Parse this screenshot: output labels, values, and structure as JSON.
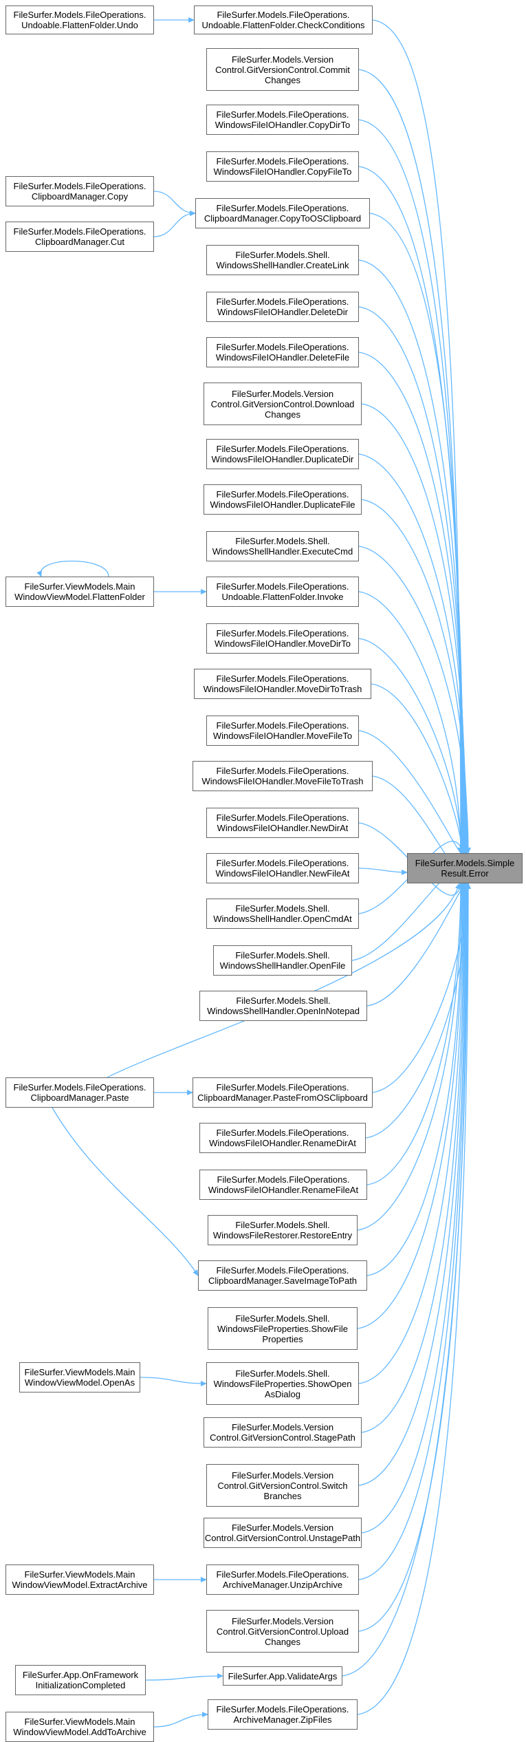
{
  "graph": {
    "edge_color": "#63b8ff",
    "node_border": "#666666",
    "target_fill": "#999999",
    "target": [
      "FileSurfer.Models.Simple",
      "Result.Error"
    ],
    "middle": [
      [
        "FileSurfer.Models.FileOperations.",
        "Undoable.FlattenFolder.CheckConditions"
      ],
      [
        "FileSurfer.Models.Version",
        "Control.GitVersionControl.Commit",
        "Changes"
      ],
      [
        "FileSurfer.Models.FileOperations.",
        "WindowsFileIOHandler.CopyDirTo"
      ],
      [
        "FileSurfer.Models.FileOperations.",
        "WindowsFileIOHandler.CopyFileTo"
      ],
      [
        "FileSurfer.Models.FileOperations.",
        "ClipboardManager.CopyToOSClipboard"
      ],
      [
        "FileSurfer.Models.Shell.",
        "WindowsShellHandler.CreateLink"
      ],
      [
        "FileSurfer.Models.FileOperations.",
        "WindowsFileIOHandler.DeleteDir"
      ],
      [
        "FileSurfer.Models.FileOperations.",
        "WindowsFileIOHandler.DeleteFile"
      ],
      [
        "FileSurfer.Models.Version",
        "Control.GitVersionControl.Download",
        "Changes"
      ],
      [
        "FileSurfer.Models.FileOperations.",
        "WindowsFileIOHandler.DuplicateDir"
      ],
      [
        "FileSurfer.Models.FileOperations.",
        "WindowsFileIOHandler.DuplicateFile"
      ],
      [
        "FileSurfer.Models.Shell.",
        "WindowsShellHandler.ExecuteCmd"
      ],
      [
        "FileSurfer.Models.FileOperations.",
        "Undoable.FlattenFolder.Invoke"
      ],
      [
        "FileSurfer.Models.FileOperations.",
        "WindowsFileIOHandler.MoveDirTo"
      ],
      [
        "FileSurfer.Models.FileOperations.",
        "WindowsFileIOHandler.MoveDirToTrash"
      ],
      [
        "FileSurfer.Models.FileOperations.",
        "WindowsFileIOHandler.MoveFileTo"
      ],
      [
        "FileSurfer.Models.FileOperations.",
        "WindowsFileIOHandler.MoveFileToTrash"
      ],
      [
        "FileSurfer.Models.FileOperations.",
        "WindowsFileIOHandler.NewDirAt"
      ],
      [
        "FileSurfer.Models.FileOperations.",
        "WindowsFileIOHandler.NewFileAt"
      ],
      [
        "FileSurfer.Models.Shell.",
        "WindowsShellHandler.OpenCmdAt"
      ],
      [
        "FileSurfer.Models.Shell.",
        "WindowsShellHandler.OpenFile"
      ],
      [
        "FileSurfer.Models.Shell.",
        "WindowsShellHandler.OpenInNotepad"
      ],
      [
        "FileSurfer.Models.FileOperations.",
        "ClipboardManager.PasteFromOSClipboard"
      ],
      [
        "FileSurfer.Models.FileOperations.",
        "WindowsFileIOHandler.RenameDirAt"
      ],
      [
        "FileSurfer.Models.FileOperations.",
        "WindowsFileIOHandler.RenameFileAt"
      ],
      [
        "FileSurfer.Models.Shell.",
        "WindowsFileRestorer.RestoreEntry"
      ],
      [
        "FileSurfer.Models.FileOperations.",
        "ClipboardManager.SaveImageToPath"
      ],
      [
        "FileSurfer.Models.Shell.",
        "WindowsFileProperties.ShowFile",
        "Properties"
      ],
      [
        "FileSurfer.Models.Shell.",
        "WindowsFileProperties.ShowOpen",
        "AsDialog"
      ],
      [
        "FileSurfer.Models.Version",
        "Control.GitVersionControl.StagePath"
      ],
      [
        "FileSurfer.Models.Version",
        "Control.GitVersionControl.Switch",
        "Branches"
      ],
      [
        "FileSurfer.Models.Version",
        "Control.GitVersionControl.UnstagePath"
      ],
      [
        "FileSurfer.Models.FileOperations.",
        "ArchiveManager.UnzipArchive"
      ],
      [
        "FileSurfer.Models.Version",
        "Control.GitVersionControl.Upload",
        "Changes"
      ],
      [
        "FileSurfer.App.ValidateArgs"
      ],
      [
        "FileSurfer.Models.FileOperations.",
        "ArchiveManager.ZipFiles"
      ]
    ],
    "left": [
      [
        "FileSurfer.Models.FileOperations.",
        "Undoable.FlattenFolder.Undo"
      ],
      [
        "FileSurfer.Models.FileOperations.",
        "ClipboardManager.Copy"
      ],
      [
        "FileSurfer.Models.FileOperations.",
        "ClipboardManager.Cut"
      ],
      [
        "FileSurfer.ViewModels.Main",
        "WindowViewModel.FlattenFolder"
      ],
      [
        "FileSurfer.Models.FileOperations.",
        "ClipboardManager.Paste"
      ],
      [
        "FileSurfer.ViewModels.Main",
        "WindowViewModel.OpenAs"
      ],
      [
        "FileSurfer.ViewModels.Main",
        "WindowViewModel.ExtractArchive"
      ],
      [
        "FileSurfer.App.OnFramework",
        "InitializationCompleted"
      ],
      [
        "FileSurfer.ViewModels.Main",
        "WindowViewModel.AddToArchive"
      ]
    ]
  }
}
